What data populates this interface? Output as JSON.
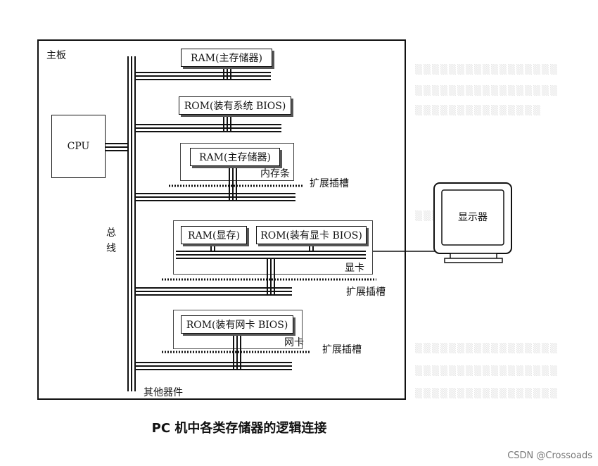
{
  "diagram": {
    "board_label": "主板",
    "bus_label": "总线",
    "cpu_label": "CPU",
    "ram_main_label": "RAM(主存储器)",
    "rom_system_label": "ROM(装有系统 BIOS)",
    "memory_stick": {
      "chip_label": "RAM(主存储器)",
      "card_label": "内存条",
      "slot_label": "扩展插槽"
    },
    "video_card": {
      "ram_label": "RAM(显存)",
      "rom_label": "ROM(装有显卡 BIOS)",
      "card_label": "显卡",
      "slot_label": "扩展插槽"
    },
    "network_card": {
      "rom_label": "ROM(装有网卡 BIOS)",
      "card_label": "网卡",
      "slot_label": "扩展插槽"
    },
    "other_label": "其他器件",
    "monitor_label": "显示器"
  },
  "caption": "PC 机中各类存储器的逻辑连接",
  "watermark": "CSDN @Crossoads"
}
